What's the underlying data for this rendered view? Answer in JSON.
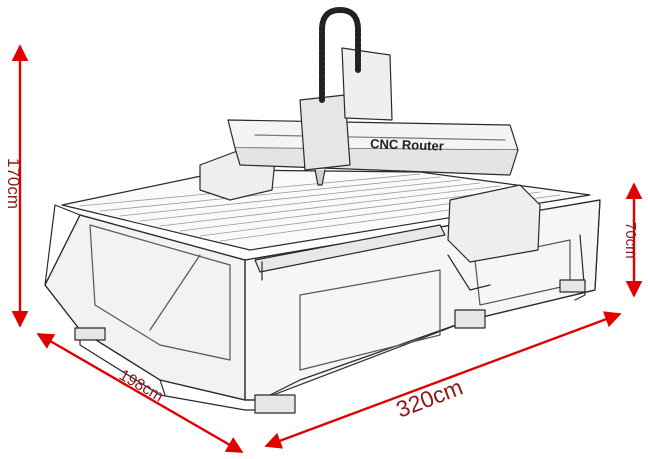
{
  "machine": {
    "gantry_text": "CNC Router"
  },
  "dimensions": {
    "height": "170cm",
    "table_height": "70cm",
    "width": "198cm",
    "length": "320cm"
  },
  "colors": {
    "arrow": "#e00000",
    "label": "#8a1a1a",
    "line": "#2a2a2a",
    "shade": "#bfbfbf"
  }
}
